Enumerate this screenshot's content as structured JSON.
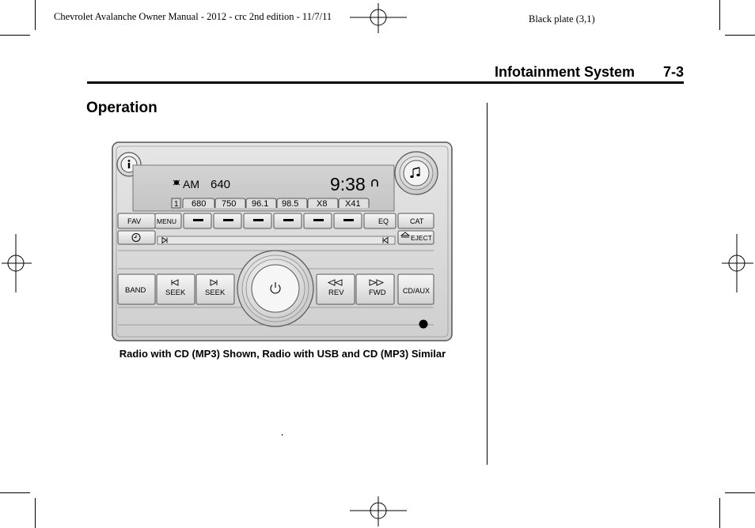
{
  "plate": {
    "left_text": "Chevrolet Avalanche Owner Manual - 2012 - crc 2nd edition - 11/7/11",
    "right_text": "Black plate (3,1)"
  },
  "header": {
    "section": "Infotainment System",
    "page": "7-3"
  },
  "heading": "Operation",
  "figure": {
    "caption": "Radio with CD (MP3) Shown, Radio with USB and CD (MP3) Similar",
    "display": {
      "band": "AM",
      "frequency": "640",
      "time": "9:38",
      "page_number": "1",
      "presets": [
        "680",
        "750",
        "96.1",
        "98.5",
        "X8",
        "X41"
      ]
    },
    "buttons": {
      "fav": "FAV",
      "menu": "MENU",
      "eq": "EQ",
      "cat": "CAT",
      "eject": "EJECT",
      "band": "BAND",
      "seek_back": "SEEK",
      "seek_fwd": "SEEK",
      "rev": "REV",
      "fwd": "FWD",
      "cd_aux": "CD/AUX"
    },
    "icons": [
      "info-icon",
      "music-note-icon",
      "clock-icon",
      "power-icon",
      "eject-icon",
      "seek-back-icon",
      "seek-forward-icon",
      "rewind-icon",
      "fast-forward-icon",
      "signal-icon"
    ]
  }
}
